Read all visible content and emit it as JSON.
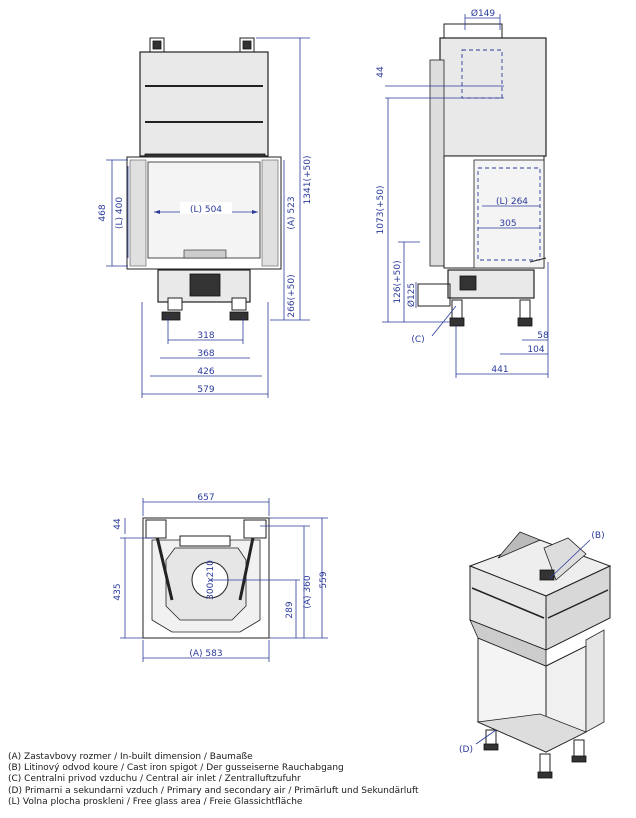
{
  "front_view": {
    "dim_top_width": "579",
    "dim_426": "426",
    "dim_368": "368",
    "dim_318": "318",
    "dim_L504": "(L) 504",
    "dim_468": "468",
    "dim_L400": "(L) 400",
    "dim_A523": "(A) 523",
    "dim_1341": "1341(+50)",
    "dim_266": "266(+50)"
  },
  "side_view": {
    "dim_149": "Ø149",
    "dim_44": "44",
    "dim_1073": "1073(+50)",
    "dim_126": "126(+50)",
    "dim_125": "Ø125",
    "label_C": "(C)",
    "dim_L264": "(L) 264",
    "dim_305": "305",
    "dim_58": "58",
    "dim_104": "104",
    "dim_441": "441"
  },
  "top_view": {
    "dim_657": "657",
    "dim_44": "44",
    "dim_435": "435",
    "dim_289": "289",
    "dim_A360": "(A) 360",
    "dim_559": "559",
    "dim_A583": "(A) 583",
    "center_label": "300x210"
  },
  "iso_view": {
    "label_B": "(B)",
    "label_D": "(D)"
  },
  "legend": [
    "(A)  Zastavbovy rozmer / In-built dimension / Baumaße",
    "(B)  Litinový odvod koure / Cast iron spigot / Der gusseiserne Rauchabgang",
    "(C)  Centralni privod vzduchu / Central air inlet / Zentralluftzufuhr",
    "(D)  Primarni a sekundarni vzduch / Primary and secondary air / Primärluft und Sekundärluft",
    "(L)  Volna plocha proskleni / Free glass area / Freie Glassichtfläche"
  ]
}
